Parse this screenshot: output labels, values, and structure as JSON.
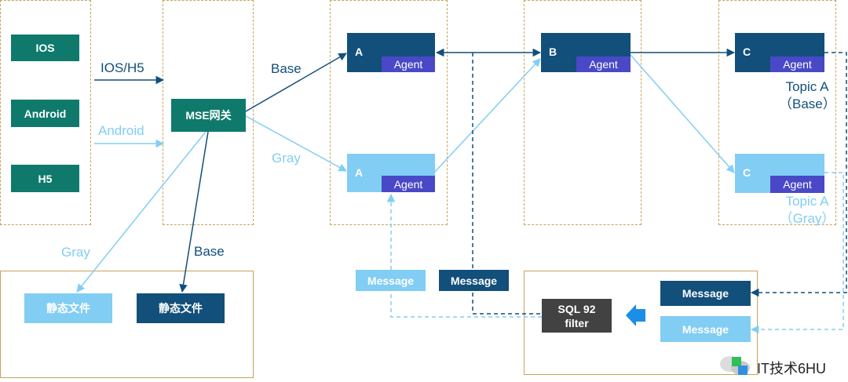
{
  "clients": [
    "IOS",
    "Android",
    "H5"
  ],
  "gateway": {
    "label": "MSE网关"
  },
  "routes": {
    "ios_h5": "IOS/H5",
    "android": "Android",
    "base_to_a": "Base",
    "gray_to_a": "Gray",
    "static_gray": "Gray",
    "static_base": "Base"
  },
  "static_files": {
    "gray": "静态文件",
    "base": "静态文件"
  },
  "services": {
    "a_base": {
      "name": "A",
      "agent": "Agent"
    },
    "a_gray": {
      "name": "A",
      "agent": "Agent"
    },
    "b": {
      "name": "B",
      "agent": "Agent"
    },
    "c_base": {
      "name": "C",
      "agent": "Agent"
    },
    "c_gray": {
      "name": "C",
      "agent": "Agent"
    }
  },
  "topics": {
    "base_line1": "Topic A",
    "base_line2": "（Base）",
    "gray_line1": "Topic A",
    "gray_line2": "（Gray）"
  },
  "messages": {
    "gray_left": "Message",
    "base_left": "Message",
    "base_right": "Message",
    "gray_right": "Message"
  },
  "filter": {
    "line1": "SQL 92",
    "line2": "filter"
  },
  "watermark": {
    "text": "IT技术6HU"
  },
  "colors": {
    "teal": "#0f7a6c",
    "navy": "#124f7a",
    "light_blue": "#82cdf3",
    "agent_purple": "#4948c7",
    "filter_gray": "#424242",
    "frame_gold": "#c8a35a",
    "arrow_blue": "#1a8fe6"
  }
}
